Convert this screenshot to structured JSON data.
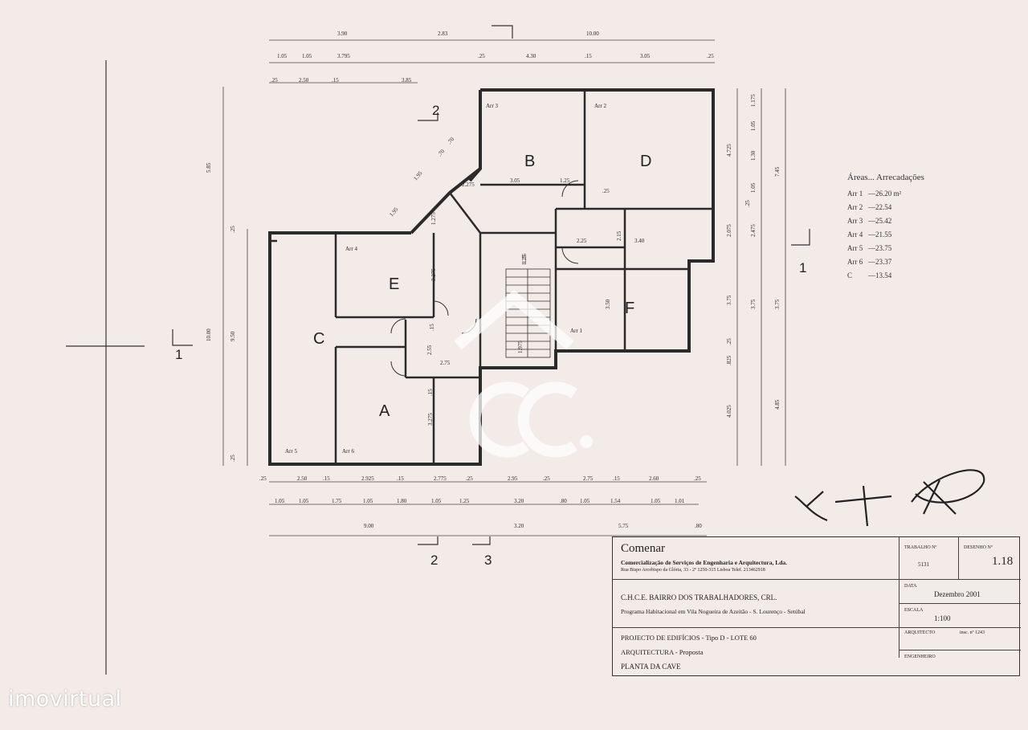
{
  "dims": {
    "top_row1": [
      "3.90",
      "2.83",
      "10.00"
    ],
    "top_row2": [
      "1.05",
      "1.05",
      "3.795",
      ".25",
      "4.30",
      ".15",
      "3.05",
      ".25"
    ],
    "top_row3": [
      ".25",
      "2.50",
      ".15",
      "3.85"
    ],
    "bottom_row1": [
      ".25",
      "2.50",
      ".15",
      "2.925",
      ".15",
      "2.775",
      ".25",
      "2.95",
      ".25",
      "2.75",
      ".15",
      "2.60",
      ".25"
    ],
    "bottom_row2": [
      "1.05",
      "1.05",
      "1.75",
      "1.05",
      "1.80",
      "1.05",
      "1.25",
      "3.20",
      ".80",
      "1.05",
      "1.54",
      "1.05",
      "1.01"
    ],
    "bottom_row3": [
      "9.00",
      "3.20",
      "5.75",
      ".80"
    ],
    "left_vertical": [
      "5.85",
      "10.00",
      "9.50",
      ".25",
      ".25"
    ],
    "right_vertical": [
      "1.175",
      "1.05",
      "1.30",
      "4.725",
      "1.05",
      ".25",
      "2.075",
      "2.475",
      "7.45",
      "3.75",
      "3.75",
      "3.75",
      ".25",
      ".825",
      "4.025",
      "4.85"
    ],
    "interior": [
      "3.05",
      "1.25",
      "2.25",
      "3.40",
      "1.25",
      "3.275",
      "3.50",
      "2.55",
      "2.75",
      ".15",
      "3.275",
      ".15",
      "2.15",
      "1.95",
      ".70",
      "1.275",
      "1.95",
      ".70",
      ".25",
      "2.275",
      "1.975",
      "1.25"
    ]
  },
  "rooms": [
    {
      "letter": "B"
    },
    {
      "letter": "D"
    },
    {
      "letter": "E"
    },
    {
      "letter": "F"
    },
    {
      "letter": "C"
    },
    {
      "letter": "A"
    }
  ],
  "arr_labels": [
    "Arr 3",
    "Arr 2",
    "Arr 4",
    "Arr 1",
    "Arr 5",
    "Arr 6"
  ],
  "section_marks": [
    "2",
    "2",
    "3",
    "1",
    "1"
  ],
  "areas": {
    "title": "Áreas... Arrecadações",
    "items": [
      {
        "k": "Arr 1",
        "v": "—26.20 m²"
      },
      {
        "k": "Arr 2",
        "v": "—22.54"
      },
      {
        "k": "Arr 3",
        "v": "—25.42"
      },
      {
        "k": "Arr 4",
        "v": "—21.55"
      },
      {
        "k": "Arr 5",
        "v": "—23.75"
      },
      {
        "k": "Arr 6",
        "v": "—23.37"
      },
      {
        "k": "C",
        "v": "—13.54"
      }
    ]
  },
  "titleblock": {
    "company": "Comenar",
    "company_sub": "Comercialização de Serviços de Engenharia e Arquitectura, Lda.",
    "address": "Rua Bispo Arcebispo da Glória, 33 - 2º   1250-315 Lisboa   Telef. 213462918",
    "client": "C.H.C.E. BAIRRO DOS TRABALHADORES, CRL.",
    "program": "Programa Habitacional em Vila Nogueira de Azeitão - S. Lourenço - Setúbal",
    "project": "PROJECTO DE EDIFÍCIOS  -  Tipo D  -  LOTE 60",
    "discipline": "ARQUITECTURA - Proposta",
    "sheet": "PLANTA DA CAVE",
    "lbl_trabalho": "TRABALHO Nº",
    "val_trabalho": "5131",
    "lbl_desenho": "DESENHO Nº",
    "val_desenho": "1.18",
    "lbl_data": "DATA",
    "val_data": "Dezembro 2001",
    "lbl_escala": "ESCALA",
    "val_escala": "1:100",
    "lbl_arquitecto": "ARQUITECTO",
    "val_inscricao": "insc. nº 1243",
    "lbl_engenheiro": "ENGENHEIRO"
  },
  "watermark": "imovirtual",
  "colors": {
    "paper": "#f3ebe8",
    "ink": "#2a2a2a"
  }
}
